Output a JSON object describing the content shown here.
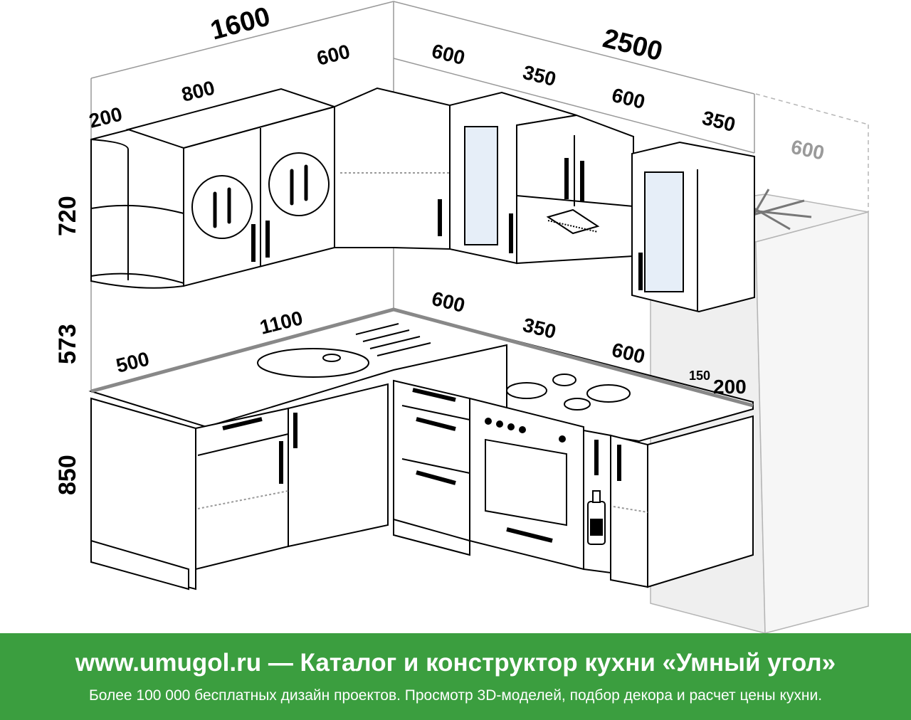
{
  "dimensions": {
    "upper_total_left": "1600",
    "upper_total_right": "2500",
    "upper_200": "200",
    "upper_800": "800",
    "upper_600_left": "600",
    "upper_600_corner": "600",
    "upper_350_a": "350",
    "upper_600_right": "600",
    "upper_350_b": "350",
    "fridge_600": "600",
    "height_720": "720",
    "height_573": "573",
    "height_850": "850",
    "lower_500": "500",
    "lower_1100": "1100",
    "lower_600_a": "600",
    "lower_350": "350",
    "lower_600_b": "600",
    "gap_150": "150",
    "gap_200": "200"
  },
  "footer": {
    "title": "www.umugol.ru — Каталог и конструктор кухни «Умный угол»",
    "subtitle": "Более 100 000 бесплатных дизайн проектов. Просмотр 3D-моделей, подбор декора и расчет цены кухни."
  },
  "colors": {
    "footer_background": "#3b9e3f",
    "line": "#000000",
    "ghost": "#b5b5b5",
    "glass": "#e6eef8",
    "fridge": "#f4f4f4"
  }
}
